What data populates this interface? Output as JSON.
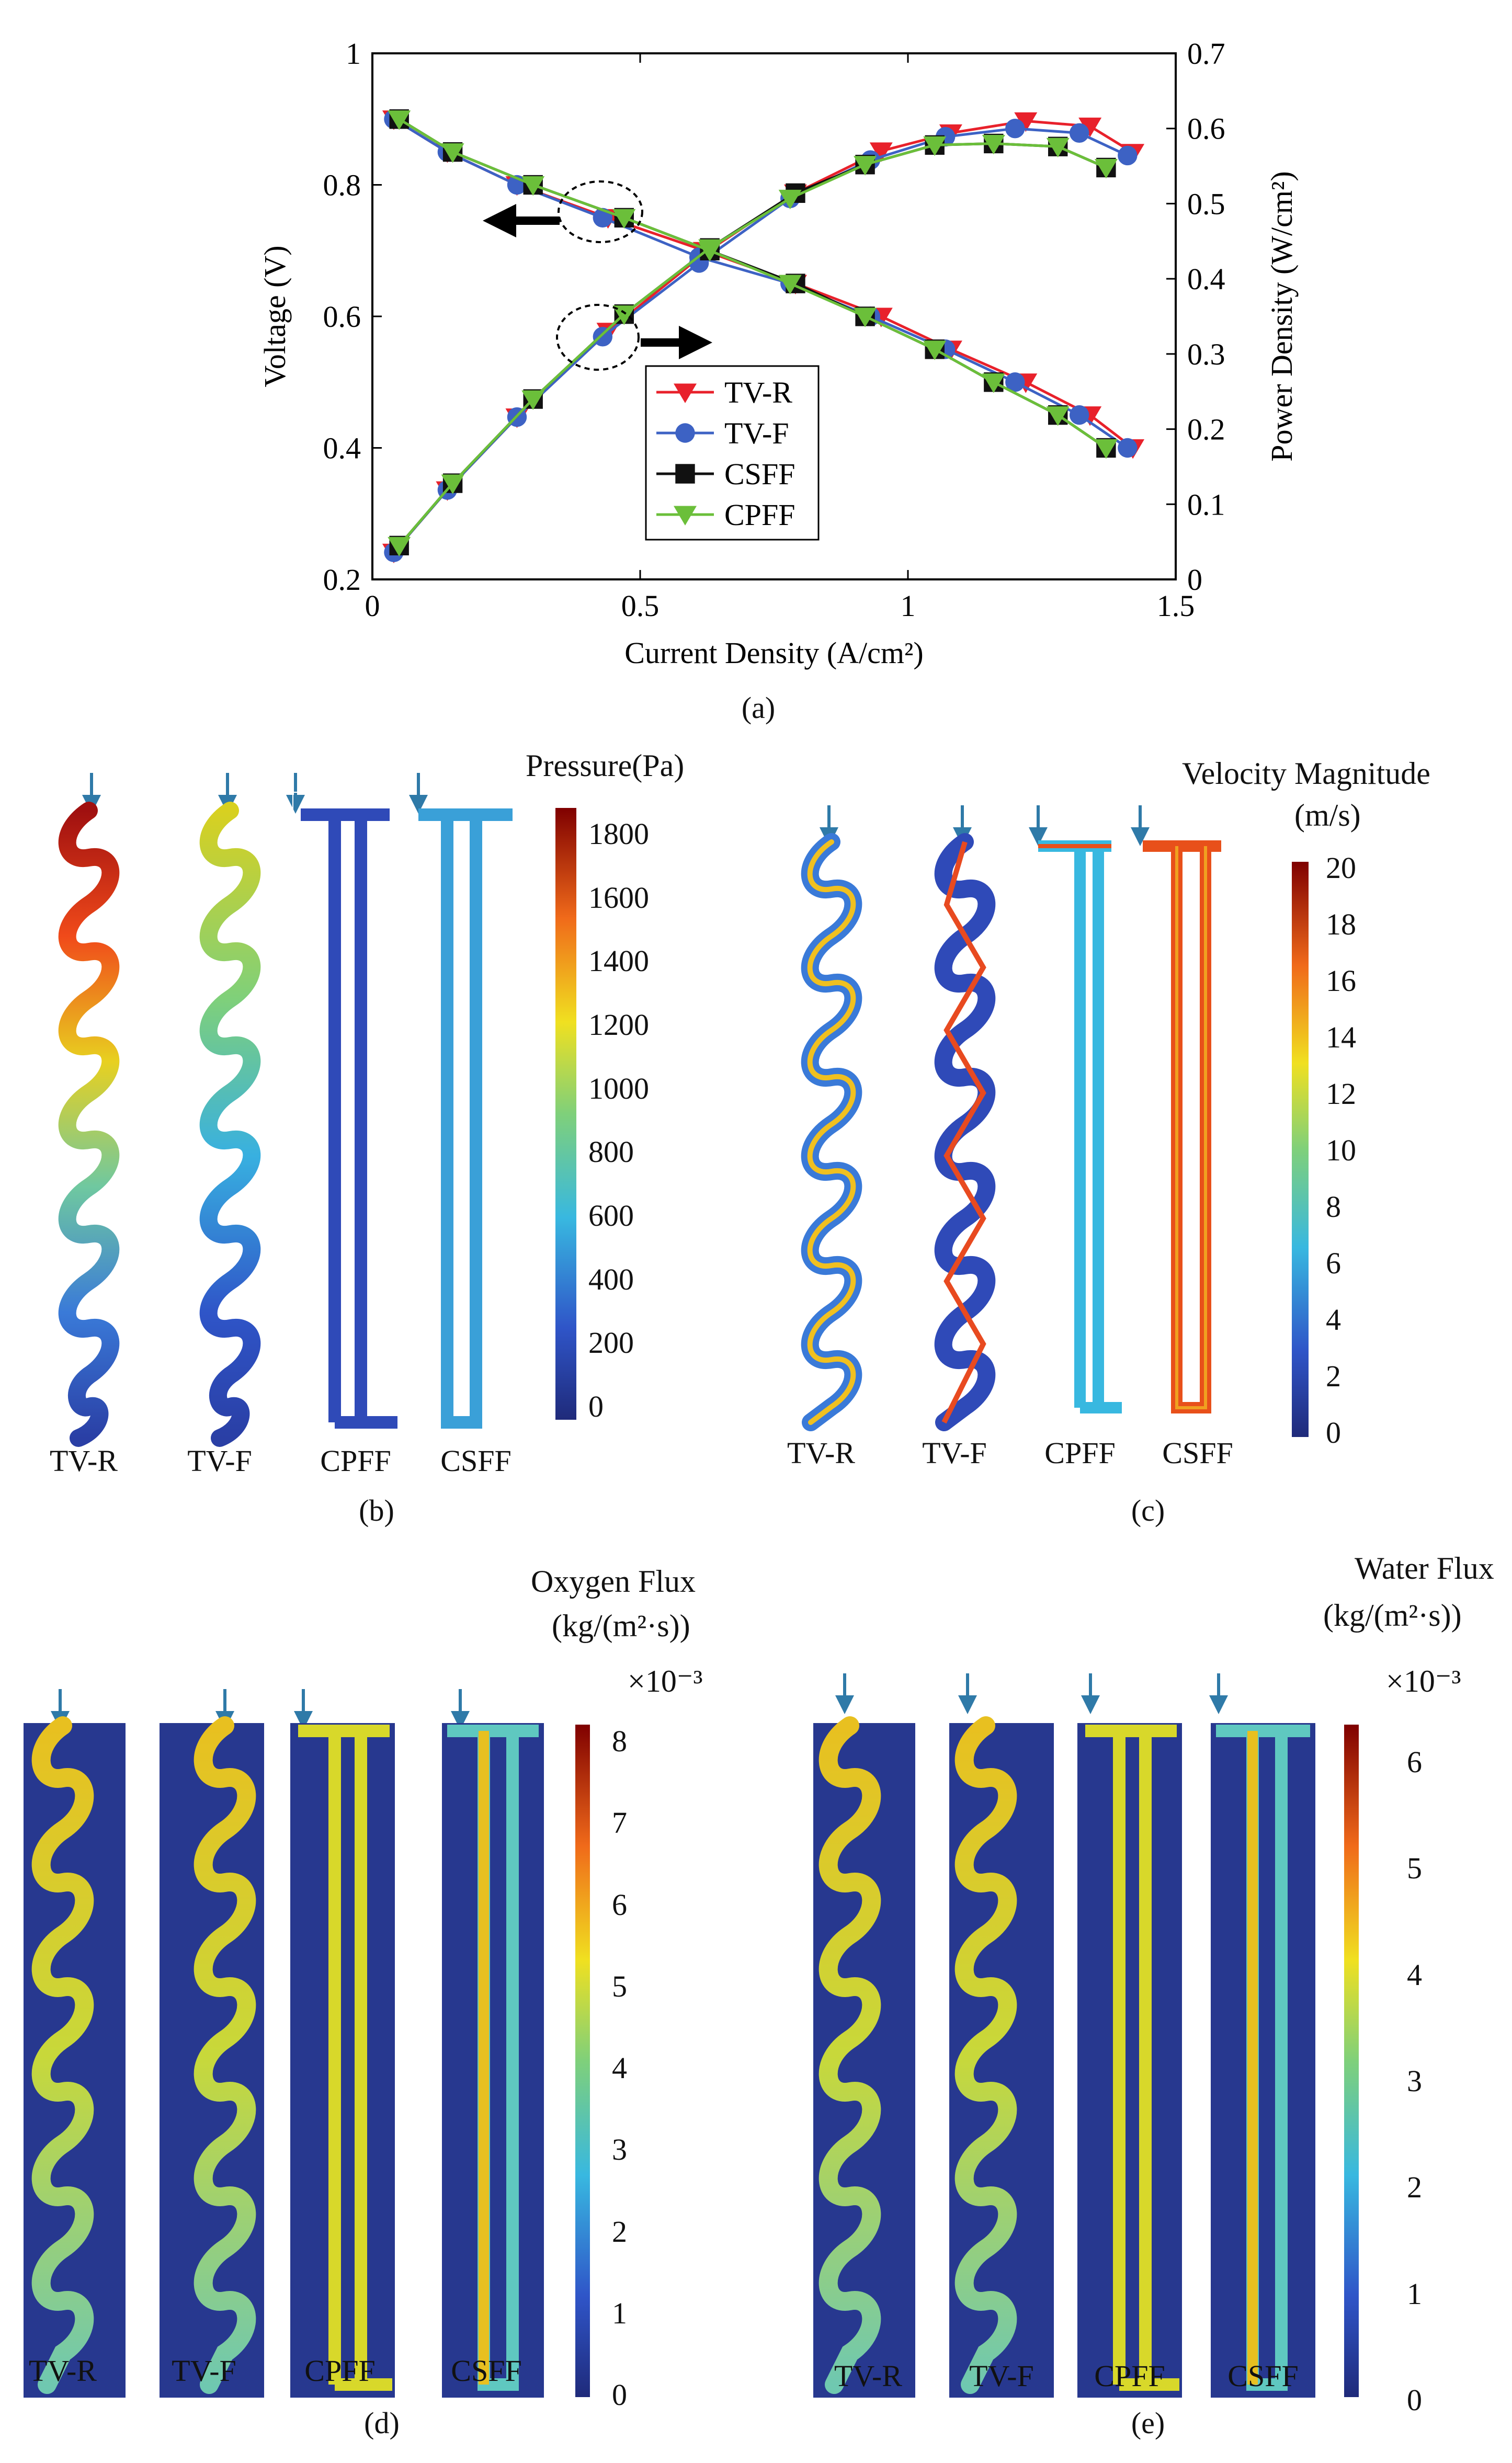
{
  "chart_data": {
    "type": "line",
    "xlabel": "Current Density (A/cm²)",
    "ylabel": "Voltage (V)",
    "y2label": "Power Density  (W/cm²)",
    "xlim": [
      0,
      1.5
    ],
    "ylim": [
      0.2,
      1.0
    ],
    "y2lim": [
      0,
      0.7
    ],
    "x_ticks": [
      "0",
      "0.5",
      "1",
      "1.5"
    ],
    "y_ticks": [
      "0.2",
      "0.4",
      "0.6",
      "0.8",
      "1"
    ],
    "y2_ticks": [
      "0",
      "0.1",
      "0.2",
      "0.3",
      "0.4",
      "0.5",
      "0.6",
      "0.7"
    ],
    "legend_position": "center",
    "series": [
      {
        "name": "TV-R",
        "color": "#e8212b",
        "marker": "triangle-down",
        "x": [
          0.04,
          0.14,
          0.27,
          0.44,
          0.62,
          0.79,
          0.95,
          1.08,
          1.22,
          1.34,
          1.42
        ],
        "voltage": [
          0.9,
          0.85,
          0.8,
          0.75,
          0.7,
          0.65,
          0.6,
          0.55,
          0.5,
          0.45,
          0.4
        ],
        "power": [
          0.036,
          0.119,
          0.216,
          0.33,
          0.434,
          0.514,
          0.57,
          0.594,
          0.61,
          0.603,
          0.568
        ]
      },
      {
        "name": "TV-F",
        "color": "#3d62c4",
        "marker": "circle",
        "x": [
          0.04,
          0.14,
          0.27,
          0.43,
          0.61,
          0.78,
          0.93,
          1.07,
          1.2,
          1.32,
          1.41
        ],
        "voltage": [
          0.9,
          0.85,
          0.8,
          0.75,
          0.69,
          0.65,
          0.6,
          0.55,
          0.5,
          0.45,
          0.4
        ],
        "power": [
          0.036,
          0.119,
          0.216,
          0.323,
          0.421,
          0.507,
          0.558,
          0.589,
          0.6,
          0.594,
          0.564
        ]
      },
      {
        "name": "CSFF",
        "color": "#111111",
        "marker": "square",
        "x": [
          0.05,
          0.15,
          0.3,
          0.47,
          0.63,
          0.79,
          0.92,
          1.05,
          1.16,
          1.28,
          1.37
        ],
        "voltage": [
          0.9,
          0.85,
          0.8,
          0.75,
          0.7,
          0.65,
          0.6,
          0.55,
          0.5,
          0.45,
          0.4
        ],
        "power": [
          0.045,
          0.128,
          0.24,
          0.353,
          0.441,
          0.514,
          0.552,
          0.578,
          0.58,
          0.576,
          0.548
        ]
      },
      {
        "name": "CPFF",
        "color": "#6bbf3a",
        "marker": "triangle-down",
        "x": [
          0.05,
          0.15,
          0.3,
          0.47,
          0.63,
          0.78,
          0.92,
          1.05,
          1.16,
          1.28,
          1.37
        ],
        "voltage": [
          0.9,
          0.85,
          0.8,
          0.75,
          0.7,
          0.65,
          0.6,
          0.55,
          0.5,
          0.45,
          0.4
        ],
        "power": [
          0.045,
          0.128,
          0.24,
          0.353,
          0.441,
          0.507,
          0.552,
          0.578,
          0.58,
          0.576,
          0.548
        ]
      }
    ]
  },
  "captions": {
    "a": "(a)",
    "b": "(b)",
    "c": "(c)",
    "d": "(d)",
    "e": "(e)"
  },
  "panel_b": {
    "labels": [
      "TV-R",
      "TV-F",
      "CPFF",
      "CSFF"
    ],
    "colorbar_title": "Pressure(Pa)",
    "ticks": [
      "1800",
      "1600",
      "1400",
      "1200",
      "1000",
      "800",
      "600",
      "400",
      "200",
      "0"
    ]
  },
  "panel_c": {
    "labels": [
      "TV-R",
      "TV-F",
      "CPFF",
      "CSFF"
    ],
    "colorbar_title_1": "Velocity Magnitude",
    "colorbar_title_2": "(m/s)",
    "ticks": [
      "20",
      "18",
      "16",
      "14",
      "12",
      "10",
      "8",
      "6",
      "4",
      "2",
      "0"
    ]
  },
  "panel_d": {
    "labels": [
      "TV-R",
      "TV-F",
      "CPFF",
      "CSFF"
    ],
    "colorbar_title_1": "Oxygen Flux",
    "colorbar_title_2": "(kg/(m²·s))",
    "exponent": "×10⁻³",
    "ticks": [
      "8",
      "7",
      "6",
      "5",
      "4",
      "3",
      "2",
      "1",
      "0"
    ]
  },
  "panel_e": {
    "labels": [
      "TV-R",
      "TV-F",
      "CPFF",
      "CSFF"
    ],
    "colorbar_title_1": "Water Flux",
    "colorbar_title_2": "(kg/(m²·s))",
    "exponent": "×10⁻³",
    "ticks": [
      "6",
      "5",
      "4",
      "3",
      "2",
      "1",
      "0"
    ]
  },
  "colors": {
    "jet_dark_red": "#7f0000",
    "jet_red": "#e8212b",
    "jet_yellow": "#f0e020",
    "jet_cyan": "#38b8e0",
    "jet_blue": "#2a3fa5",
    "jet_dark_blue": "#1f2a7a",
    "field_background": "#27388f",
    "arrow": "#2f7aa8"
  }
}
